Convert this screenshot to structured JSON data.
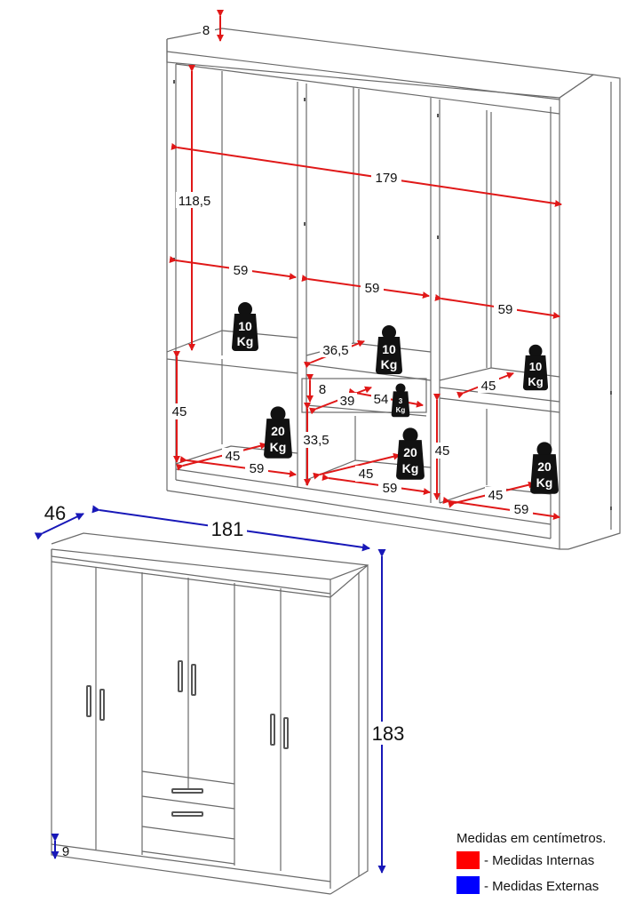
{
  "colors": {
    "internal": "#e01818",
    "external": "#1818b8",
    "line": "#6a6a6a",
    "weight_fill": "#111111"
  },
  "internal_dims": {
    "top_panel": "8",
    "full_width": "179",
    "upper_height": "118,5",
    "left_upper_width": "59",
    "center_upper_width": "59",
    "right_upper_width": "59",
    "shelf_depth_center": "36,5",
    "right_mid_depth": "45",
    "drawer_height": "8",
    "drawer_depth": "39",
    "drawer_width": "54",
    "left_lower_height": "45",
    "left_lower_depth": "45",
    "left_lower_width": "59",
    "center_lower_height": "33,5",
    "center_lower_depth": "45",
    "center_lower_width": "59",
    "right_lower_height": "45",
    "right_lower_depth": "45",
    "right_lower_width": "59"
  },
  "external_dims": {
    "depth": "46",
    "width": "181",
    "height": "183",
    "base": "9"
  },
  "weights": {
    "w1": {
      "value": "10",
      "unit": "Kg"
    },
    "w2": {
      "value": "10",
      "unit": "Kg"
    },
    "w3": {
      "value": "10",
      "unit": "Kg"
    },
    "w4": {
      "value": "3",
      "unit": "Kg"
    },
    "w5": {
      "value": "20",
      "unit": "Kg"
    },
    "w6": {
      "value": "20",
      "unit": "Kg"
    },
    "w7": {
      "value": "20",
      "unit": "Kg"
    }
  },
  "legend": {
    "title": "Medidas em centímetros.",
    "internal_label": "- Medidas Internas",
    "external_label": "- Medidas Externas"
  }
}
